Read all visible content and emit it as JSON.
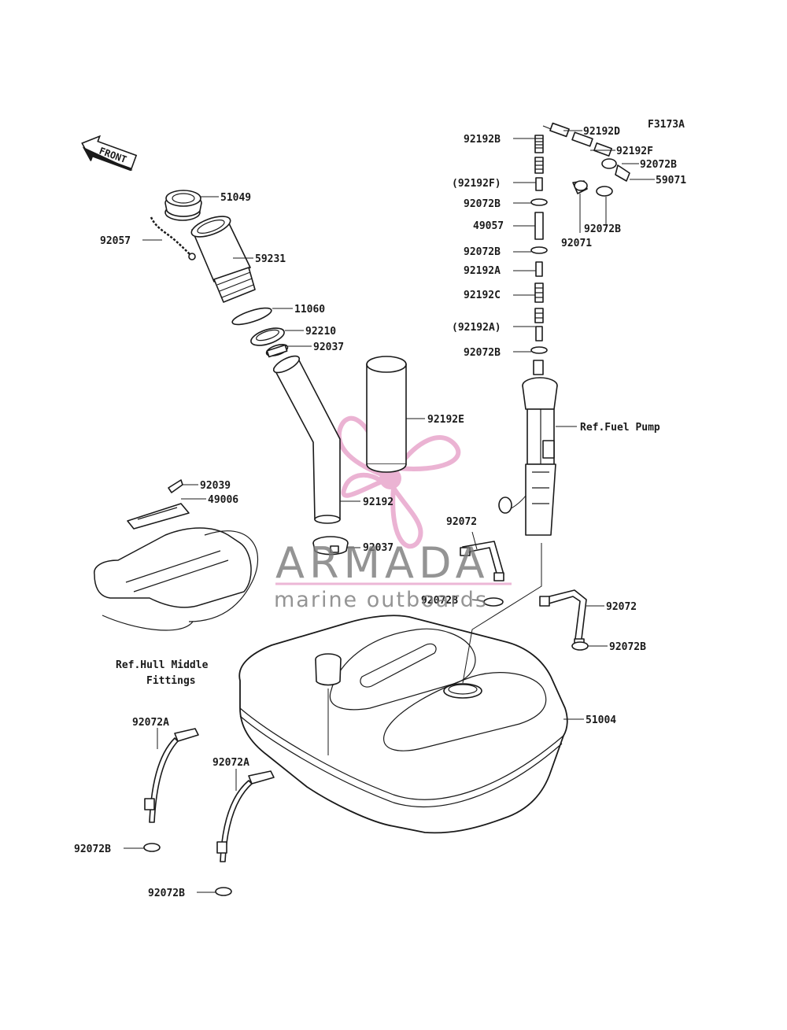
{
  "diagram_code": "F3173A",
  "front_label": "FRONT",
  "watermark": {
    "brand": "ARMADA",
    "tagline": "marine outboards",
    "accent_color": "#e8a6cc",
    "text_color": "#7a7a7a"
  },
  "labels": [
    {
      "id": "92192B-top",
      "text": "92192B"
    },
    {
      "id": "92192D",
      "text": "92192D"
    },
    {
      "id": "92192F",
      "text": "92192F"
    },
    {
      "id": "92072B-r1",
      "text": "92072B"
    },
    {
      "id": "59071",
      "text": "59071"
    },
    {
      "id": "92192F-paren",
      "text": "(92192F)"
    },
    {
      "id": "92072B-s1",
      "text": "92072B"
    },
    {
      "id": "92072B-r2",
      "text": "92072B"
    },
    {
      "id": "49057",
      "text": "49057"
    },
    {
      "id": "92071",
      "text": "92071"
    },
    {
      "id": "92072B-s2",
      "text": "92072B"
    },
    {
      "id": "92192A",
      "text": "92192A"
    },
    {
      "id": "92192C",
      "text": "92192C"
    },
    {
      "id": "92192A-paren",
      "text": "(92192A)"
    },
    {
      "id": "92072B-s3",
      "text": "92072B"
    },
    {
      "id": "ref-fuel-pump",
      "text": "Ref.Fuel Pump"
    },
    {
      "id": "51049",
      "text": "51049"
    },
    {
      "id": "92057",
      "text": "92057"
    },
    {
      "id": "59231",
      "text": "59231"
    },
    {
      "id": "11060",
      "text": "11060"
    },
    {
      "id": "92210",
      "text": "92210"
    },
    {
      "id": "92037-top",
      "text": "92037"
    },
    {
      "id": "92192E",
      "text": "92192E"
    },
    {
      "id": "92039",
      "text": "92039"
    },
    {
      "id": "49006",
      "text": "49006"
    },
    {
      "id": "92192",
      "text": "92192"
    },
    {
      "id": "92072-mid",
      "text": "92072"
    },
    {
      "id": "92037-mid",
      "text": "92037"
    },
    {
      "id": "92072B-mid",
      "text": "92072B"
    },
    {
      "id": "92072-right",
      "text": "92072"
    },
    {
      "id": "92072B-right",
      "text": "92072B"
    },
    {
      "id": "ref-hull-1",
      "text": "Ref.Hull Middle"
    },
    {
      "id": "ref-hull-2",
      "text": "Fittings"
    },
    {
      "id": "51004",
      "text": "51004"
    },
    {
      "id": "92072A-left",
      "text": "92072A"
    },
    {
      "id": "92072A-mid",
      "text": "92072A"
    },
    {
      "id": "92072B-bl",
      "text": "92072B"
    },
    {
      "id": "92072B-bm",
      "text": "92072B"
    }
  ]
}
